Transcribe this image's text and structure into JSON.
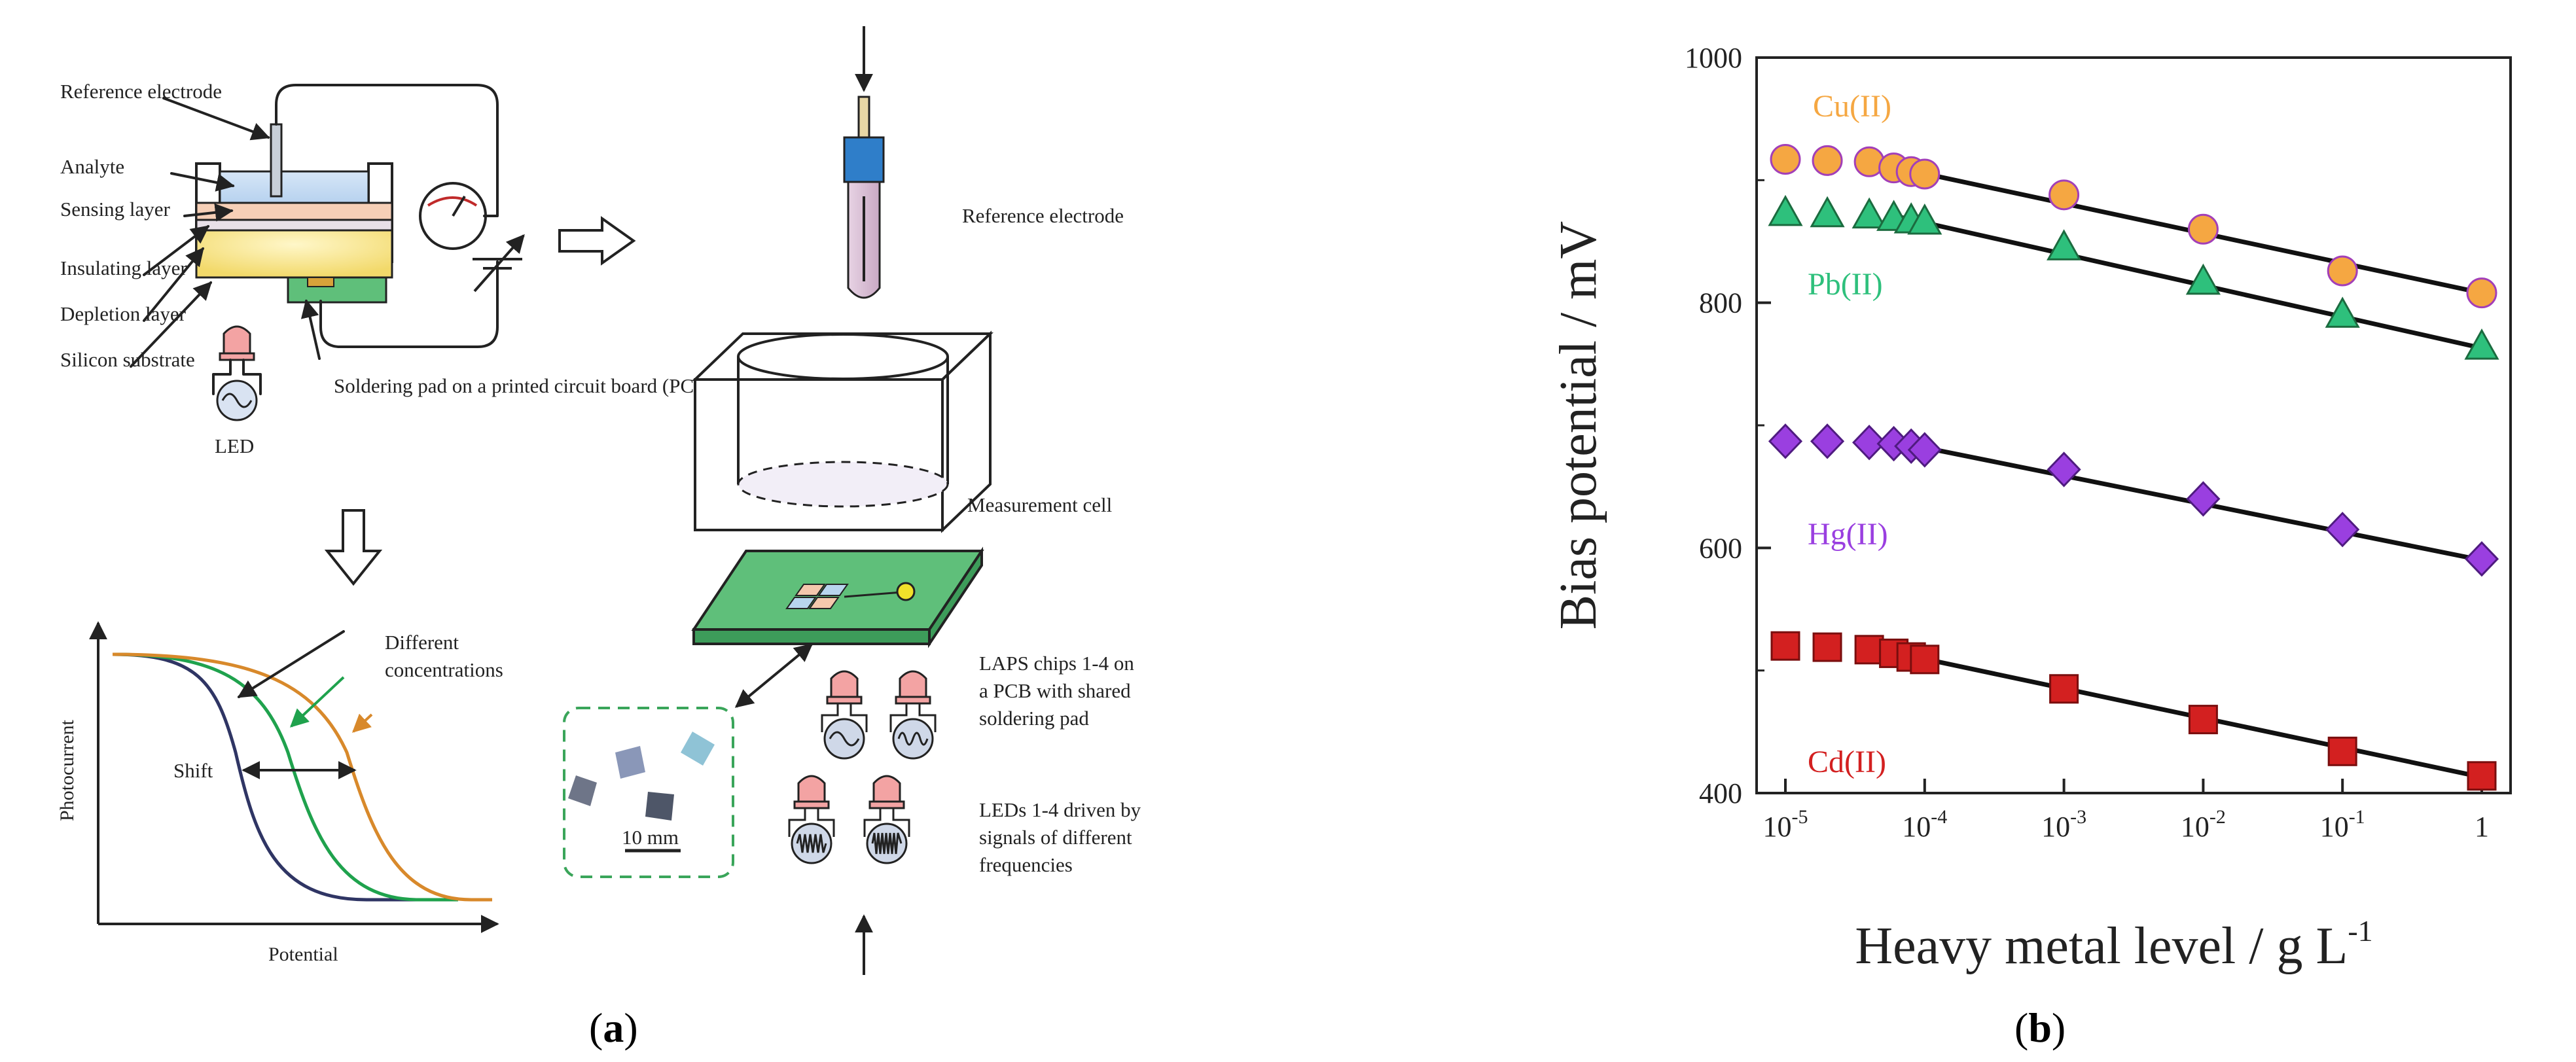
{
  "panel_a": {
    "caption_letter": "a",
    "setup_labels": {
      "reference_electrode": "Reference electrode",
      "analyte": "Analyte",
      "sensing_layer": "Sensing layer",
      "insulating_layer": "Insulating layer",
      "depletion_layer": "Depletion layer",
      "silicon_substrate": "Silicon substrate",
      "led": "LED",
      "soldering_pad": "Soldering pad on a printed circuit board (PCB)"
    },
    "curve_inset": {
      "xlabel": "Potential",
      "ylabel": "Photocurrent",
      "annotation_concentrations": "Different concentrations",
      "annotation_shift": "Shift"
    },
    "stack_labels": {
      "reference_electrode": "Reference electrode",
      "measurement_cell": "Measurement cell",
      "laps_chips": "LAPS chips 1-4 on a PCB with shared soldering pad",
      "leds": "LEDs 1-4 driven by signals of different frequencies",
      "scale_bar": "10 mm"
    },
    "colors": {
      "curve_1": "#2f3564",
      "curve_2": "#1fa24d",
      "curve_3": "#d8892b",
      "pcb": "#5fbf7a",
      "electrode_cap": "#2f7ec9",
      "led_red": "#f3a3a3",
      "dashed_box": "#3aa55a"
    }
  },
  "panel_b": {
    "caption_letter": "b",
    "chart_data": {
      "type": "scatter",
      "xlabel": "Heavy metal level / g L",
      "xlabel_sup": "-1",
      "ylabel": "Bias potential / mV",
      "x_scale": "log",
      "xlim": [
        1e-05,
        1
      ],
      "ylim": [
        400,
        1000
      ],
      "y_ticks": [
        400,
        600,
        800,
        1000
      ],
      "x_ticks": [
        {
          "base": "10",
          "exp": "-5",
          "value": 1e-05
        },
        {
          "base": "10",
          "exp": "-4",
          "value": 0.0001
        },
        {
          "base": "10",
          "exp": "-3",
          "value": 0.001
        },
        {
          "base": "10",
          "exp": "-2",
          "value": 0.01
        },
        {
          "base": "10",
          "exp": "-1",
          "value": 0.1
        },
        {
          "base": "1",
          "exp": "",
          "value": 1
        }
      ],
      "grid": false,
      "series": [
        {
          "name": "Cu(II)",
          "marker": "circle",
          "color": "#f5a742",
          "edge": "#a23fb8",
          "x": [
            1e-05,
            2e-05,
            4e-05,
            6e-05,
            8e-05,
            0.0001,
            0.001,
            0.01,
            0.1,
            1
          ],
          "y": [
            917,
            916,
            915,
            910,
            907,
            905,
            888,
            860,
            826,
            808
          ],
          "fit": {
            "x": [
              4e-05,
              1
            ],
            "y": [
              915,
              808
            ]
          }
        },
        {
          "name": "Pb(II)",
          "marker": "triangle",
          "color": "#2ec07c",
          "edge": "#1b6b3f",
          "x": [
            1e-05,
            2e-05,
            4e-05,
            6e-05,
            8e-05,
            0.0001,
            0.001,
            0.01,
            0.1,
            1
          ],
          "y": [
            873,
            872,
            871,
            869,
            867,
            866,
            845,
            817,
            790,
            764
          ],
          "fit": {
            "x": [
              6e-05,
              1
            ],
            "y": [
              871,
              763
            ]
          }
        },
        {
          "name": "Hg(II)",
          "marker": "diamond",
          "color": "#9a3fe0",
          "edge": "#4f1b80",
          "x": [
            1e-05,
            2e-05,
            4e-05,
            6e-05,
            8e-05,
            0.0001,
            0.001,
            0.01,
            0.1,
            1
          ],
          "y": [
            687,
            687,
            686,
            685,
            683,
            680,
            664,
            640,
            615,
            591
          ],
          "fit": {
            "x": [
              8e-05,
              1
            ],
            "y": [
              684,
              590
            ]
          }
        },
        {
          "name": "Cd(II)",
          "marker": "square",
          "color": "#d32020",
          "edge": "#7a0e0e",
          "x": [
            1e-05,
            2e-05,
            4e-05,
            6e-05,
            8e-05,
            0.0001,
            0.001,
            0.01,
            0.1,
            1
          ],
          "y": [
            520,
            519,
            517,
            514,
            511,
            509,
            485,
            460,
            434,
            414
          ],
          "fit": {
            "x": [
              4e-05,
              1
            ],
            "y": [
              519,
              413
            ]
          }
        }
      ]
    }
  }
}
